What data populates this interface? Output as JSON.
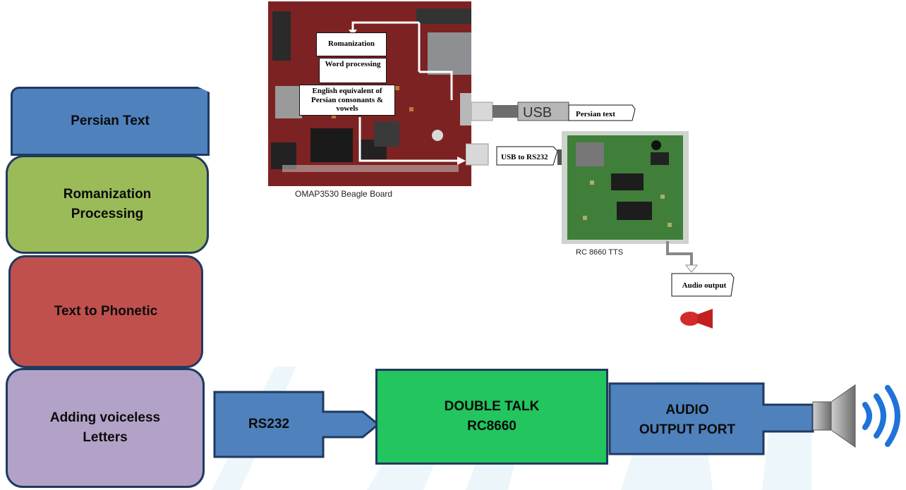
{
  "stack": [
    {
      "label": "Persian Text",
      "color": "#4f81bd"
    },
    {
      "label": "Romanization Processing",
      "color": "#9bbb59"
    },
    {
      "label": "Text to Phonetic",
      "color": "#c0504d"
    },
    {
      "label": "Adding voiceless Letters",
      "color": "#b3a2c7"
    }
  ],
  "photo": {
    "board_caption": "OMAP3530 Beagle Board",
    "tts_caption": "RC 8660 TTS",
    "callouts": {
      "romanization": "Romanization",
      "word_processing": "Word processing",
      "english_equivalent": "English equivalent of Persian consonants & vowels",
      "usb": "USB",
      "persian_text": "Persian text",
      "usb_to_rs232": "USB to RS232",
      "audio_output": "Audio output"
    }
  },
  "flow": {
    "rs232": "RS232",
    "double_talk_line1": "DOUBLE TALK",
    "double_talk_line2": "RC8660",
    "audio_port_line1": "AUDIO",
    "audio_port_line2": "OUTPUT PORT"
  },
  "colors": {
    "blue": "#4f81bd",
    "green": "#22c55e",
    "border": "#1f3a5f"
  }
}
